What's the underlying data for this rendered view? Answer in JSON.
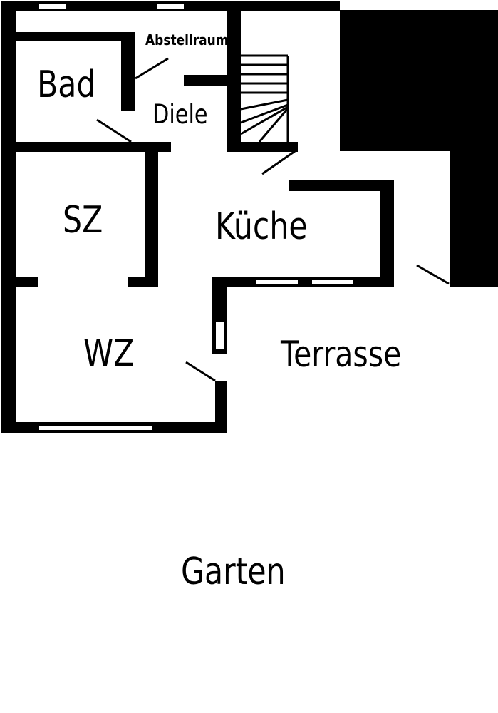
{
  "plan": {
    "labels": {
      "bad": "Bad",
      "abstellraum": "Abstellraum",
      "diele": "Diele",
      "sz": "SZ",
      "kueche": "Küche",
      "wz": "WZ",
      "terrasse": "Terrasse",
      "garten": "Garten"
    }
  },
  "colors": {
    "wall": "#000000",
    "background": "#ffffff"
  }
}
